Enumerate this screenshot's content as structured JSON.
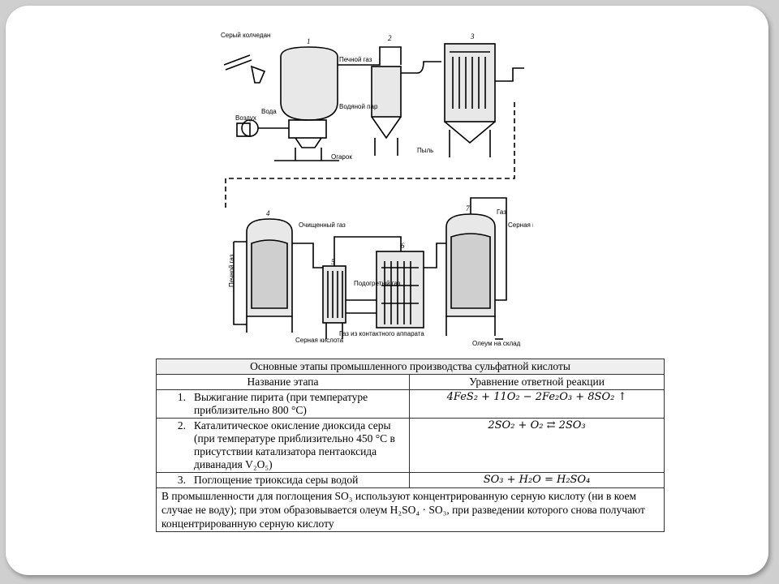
{
  "diagram": {
    "labels": {
      "sulfur_pyrite": "Серый колчедан",
      "air": "Воздух",
      "water": "Вода",
      "furnace_gas_top": "Печной газ",
      "steam": "Водяной пар",
      "cinder": "Огарок",
      "dust": "Пыль",
      "furnace_gas_left": "Печной газ",
      "purified_gas": "Очищенный газ",
      "sulfuric_acid_5": "Серная кислота",
      "heated_gas": "Подогретый газ",
      "gas_from_contact": "Газ из контактного аппарата",
      "gas_7": "Газ",
      "sulfuric_acid_7": "Серная кислота",
      "oleum": "Олеум на склад"
    },
    "numbers": [
      "1",
      "2",
      "3",
      "4",
      "5",
      "6",
      "7"
    ]
  },
  "table": {
    "title": "Основные этапы промышленного производства сульфатной кислоты",
    "col_stage": "Название этапа",
    "col_equation": "Уравнение ответной реакции",
    "rows": [
      {
        "num": "1.",
        "stage": "Выжигание пирита (при температуре приблизительно 800 °С)",
        "equation": "4FeS₂ + 11O₂ − 2Fe₂O₃ + 8SO₂ ↑"
      },
      {
        "num": "2.",
        "stage": "Каталитическое окисление диоксида серы (при температуре приблизительно 450 °С в присутствии катализатора пентаоксида диванадия V₂O₅)",
        "equation": "2SO₂ + O₂ ⇄ 2SO₃"
      },
      {
        "num": "3.",
        "stage": "Поглощение триоксида серы водой",
        "equation": "SO₃ + H₂O = H₂SO₄"
      }
    ],
    "note": "В промышленности для поглощения SO₃ используют концентрированную серную кислоту (ни в коем случае не воду); при этом образовывается олеум H₂SO₄ · SO₃, при разведении которого снова получают концентрированную серную кислоту"
  }
}
